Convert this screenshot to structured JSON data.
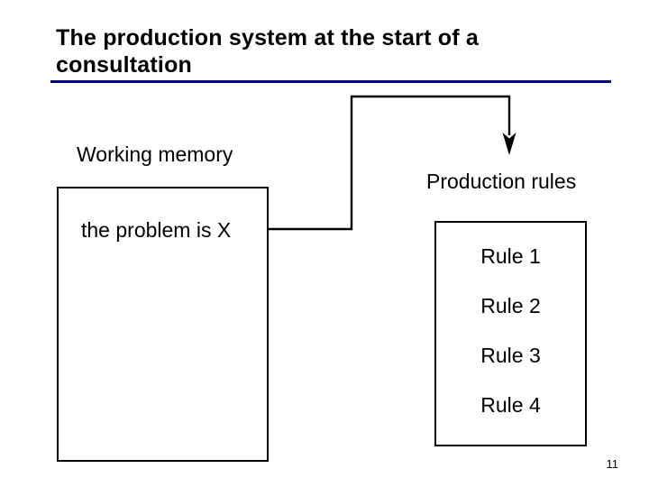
{
  "slide": {
    "title": "The production system at the start of a consultation",
    "page_number": "11",
    "rule_color": "#000080",
    "line_color": "#000000",
    "background": "#ffffff"
  },
  "diagram": {
    "working_memory": {
      "label": "Working memory",
      "contents": "the problem is X"
    },
    "production_rules": {
      "label": "Production rules",
      "rules": [
        "Rule 1",
        "Rule 2",
        "Rule 3",
        "Rule 4"
      ]
    },
    "connector": {
      "name": "working-memory-to-production-rules-arrow",
      "direction": "right-up-right-down"
    }
  }
}
